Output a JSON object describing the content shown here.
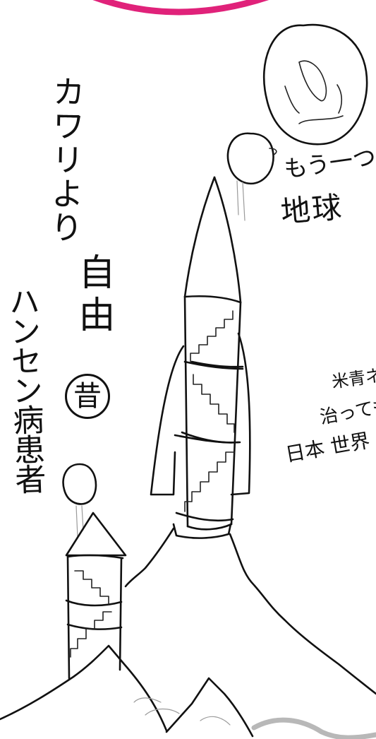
{
  "palette": {
    "paper": "#ffffff",
    "ink": "#111111",
    "header_circle": "#e0227a"
  },
  "texts": {
    "kawari_yori": "カワリより",
    "jiyu": "自由",
    "mukashi": "昔",
    "hansen": "ハンセン病患者",
    "mou_hitotsu": "もう一つの",
    "chikyu": "地球",
    "side_line_1": "米青ネ",
    "side_line_2": "治っても",
    "side_line_3": "日本 世界"
  },
  "illustrations": {
    "main_rocket": "rocket with spiral staircase and balloon",
    "small_tower": "small tower with staircase and balloon",
    "moon": "second earth planet",
    "mountains": "mountain ridge"
  }
}
